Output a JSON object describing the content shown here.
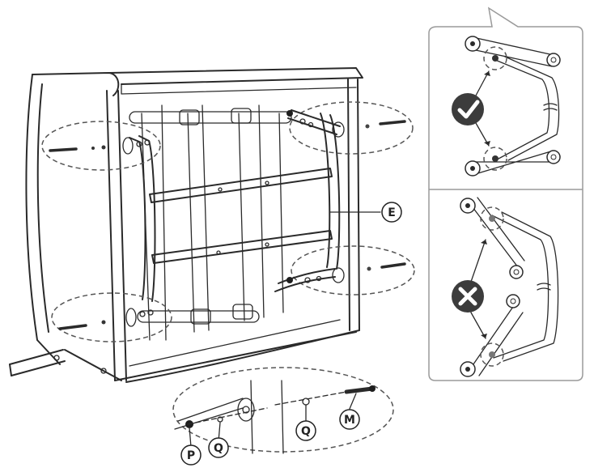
{
  "callouts": {
    "E": "E",
    "M": "M",
    "P": "P",
    "Q1": "Q",
    "Q2": "Q"
  },
  "icons": {
    "correct": "check-icon",
    "incorrect": "cross-icon"
  },
  "colors": {
    "ok_badge": "#3c3c3c",
    "bad_badge": "#3c3c3c",
    "panel_border": "#9a9a9a",
    "screw": "#1e1e1e"
  }
}
